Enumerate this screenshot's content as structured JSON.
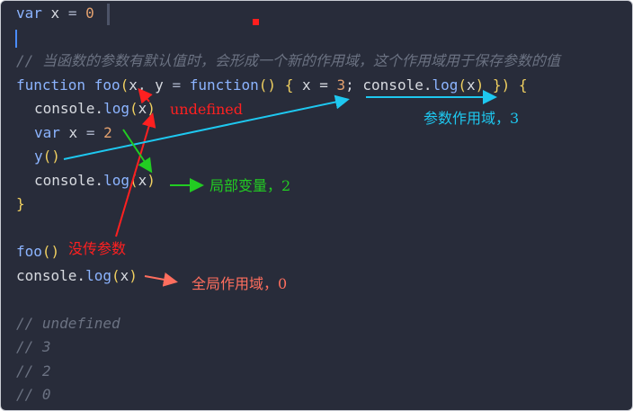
{
  "code": {
    "line1": {
      "kw": "var",
      "ident": "x",
      "op": "=",
      "num": "0"
    },
    "comment_top": "// 当函数的参数有默认值时，会形成一个新的作用域，这个作用域用于保存参数的值",
    "line_fn": {
      "kw": "function",
      "name": "foo",
      "param_x": "x",
      "param_y": "y",
      "eq": "=",
      "kw_inner": "function",
      "assign": "x = ",
      "num": "3",
      "semi": "; ",
      "console": "console.",
      "log": "log",
      "log_arg": "x",
      "close": " }",
      "open_brace": "{"
    },
    "body1": {
      "console": "console.",
      "log": "log",
      "arg": "x"
    },
    "body2": {
      "kw": "var",
      "ident": "x",
      "op": "=",
      "num": "2"
    },
    "body3": {
      "call": "y"
    },
    "body4": {
      "console": "console.",
      "log": "log",
      "arg": "x"
    },
    "close_brace": "}",
    "call_foo": "foo",
    "outer_log": {
      "console": "console.",
      "log": "log",
      "arg": "x"
    },
    "out_comments": [
      "// undefined",
      "// 3",
      "// 2",
      "// 0"
    ]
  },
  "annotations": {
    "undefined_label": "undefined",
    "param_scope": "参数作用域，3",
    "local_var": "局部变量，2",
    "no_param": "没传参数",
    "global_scope": "全局作用域，0"
  },
  "colors": {
    "background": "#282c3a",
    "keyword": "#8cb4ff",
    "number": "#e3a16f",
    "paren": "#f0d060",
    "comment": "#6b7282",
    "red": "#ff2020",
    "cyan": "#1ec8f0",
    "green": "#22cc22",
    "salmon": "#ff6e5e"
  }
}
